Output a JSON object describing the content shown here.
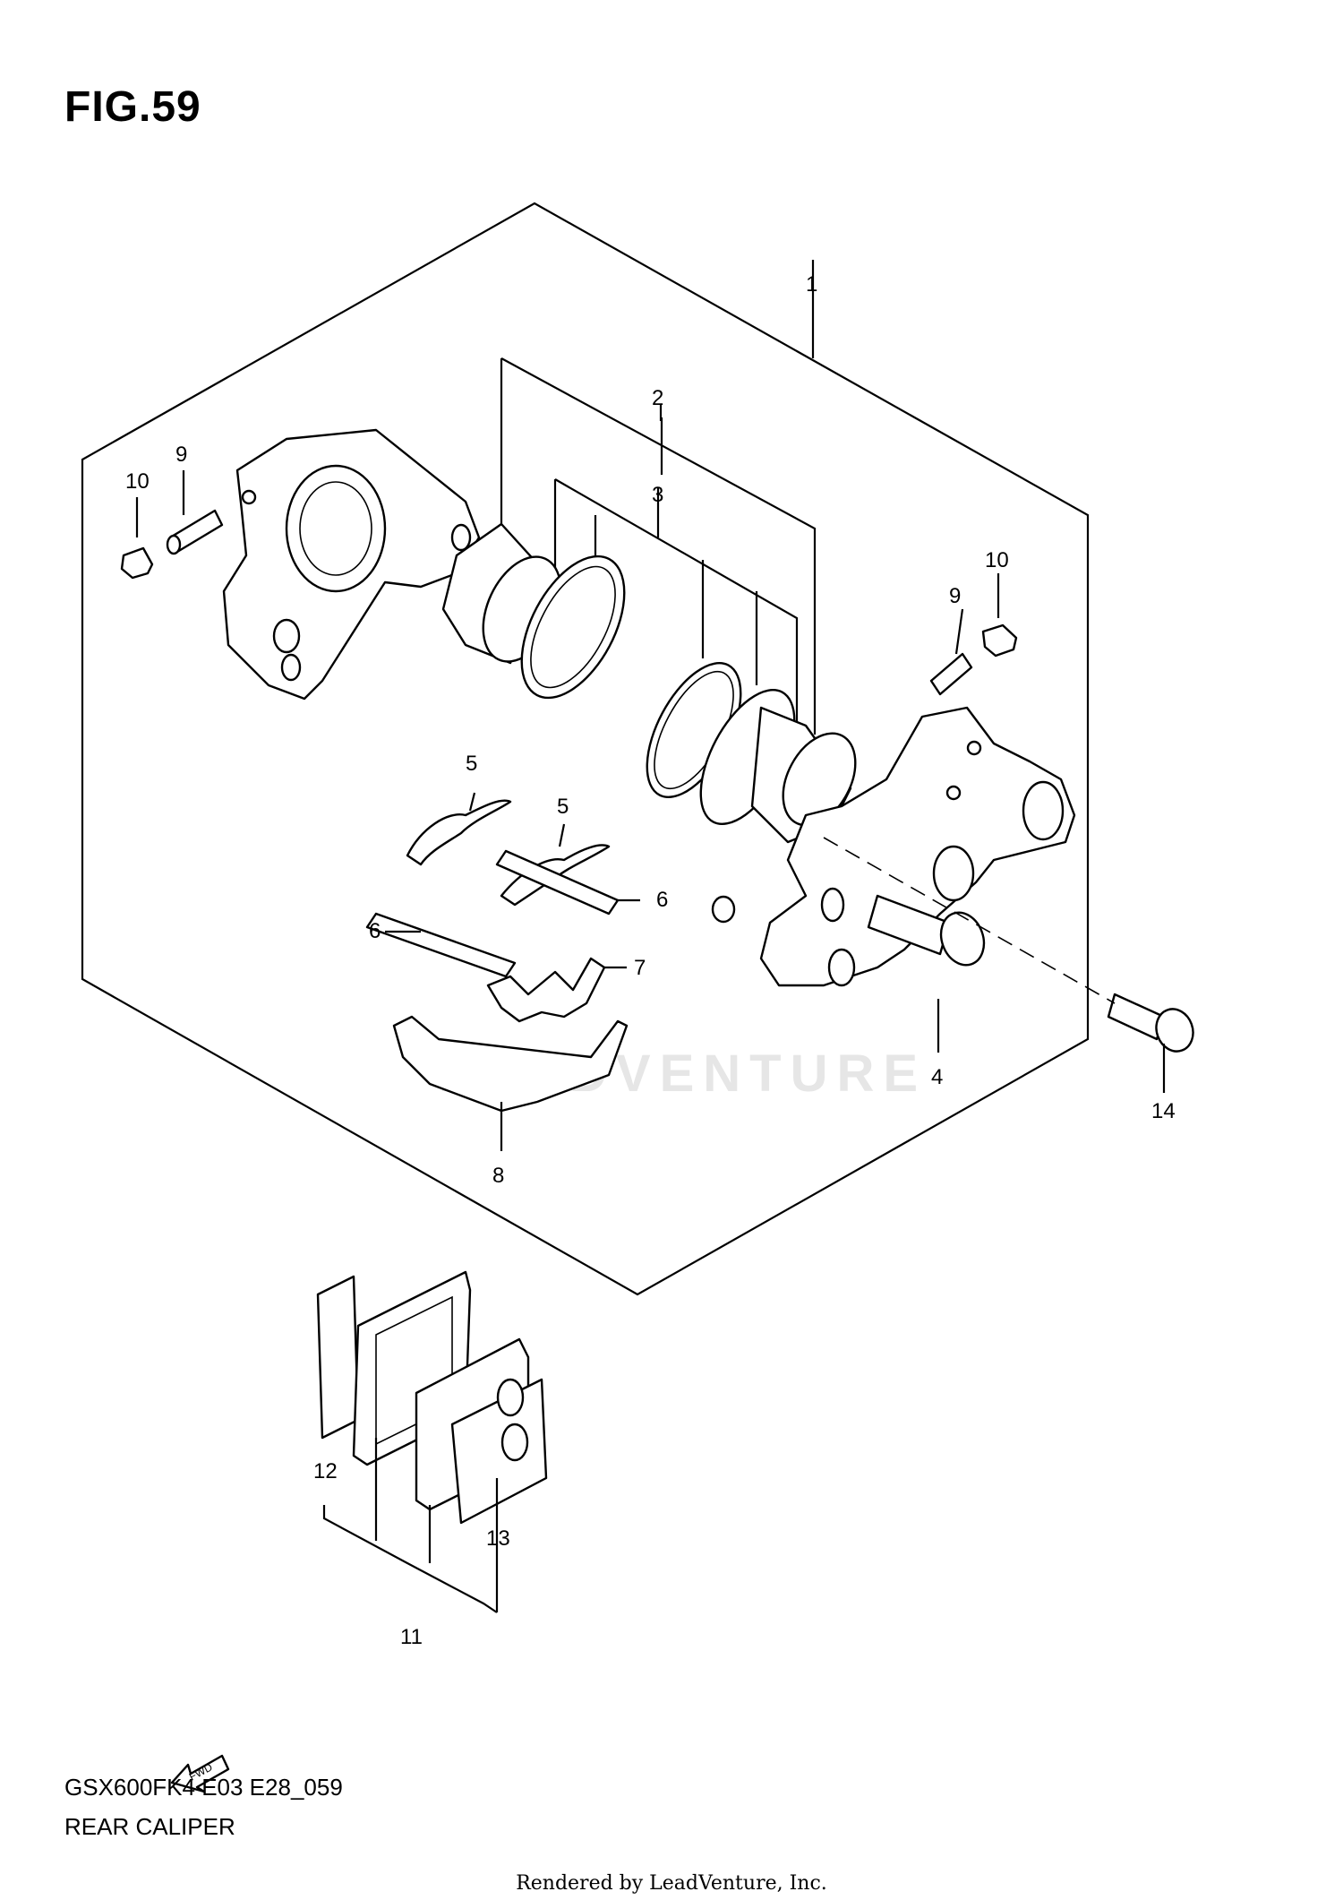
{
  "figure": {
    "title": "FIG.59",
    "model_code": "GSX600FK4 E03 E28_059",
    "diagram_name": "REAR CALIPER",
    "rendered_by": "Rendered by LeadVenture, Inc.",
    "watermark": "LEADVENTURE",
    "fwd_label": "FWD"
  },
  "callouts": [
    "1",
    "2",
    "3",
    "4",
    "5",
    "5",
    "6",
    "6",
    "7",
    "8",
    "9",
    "9",
    "10",
    "10",
    "11",
    "12",
    "13",
    "14"
  ]
}
